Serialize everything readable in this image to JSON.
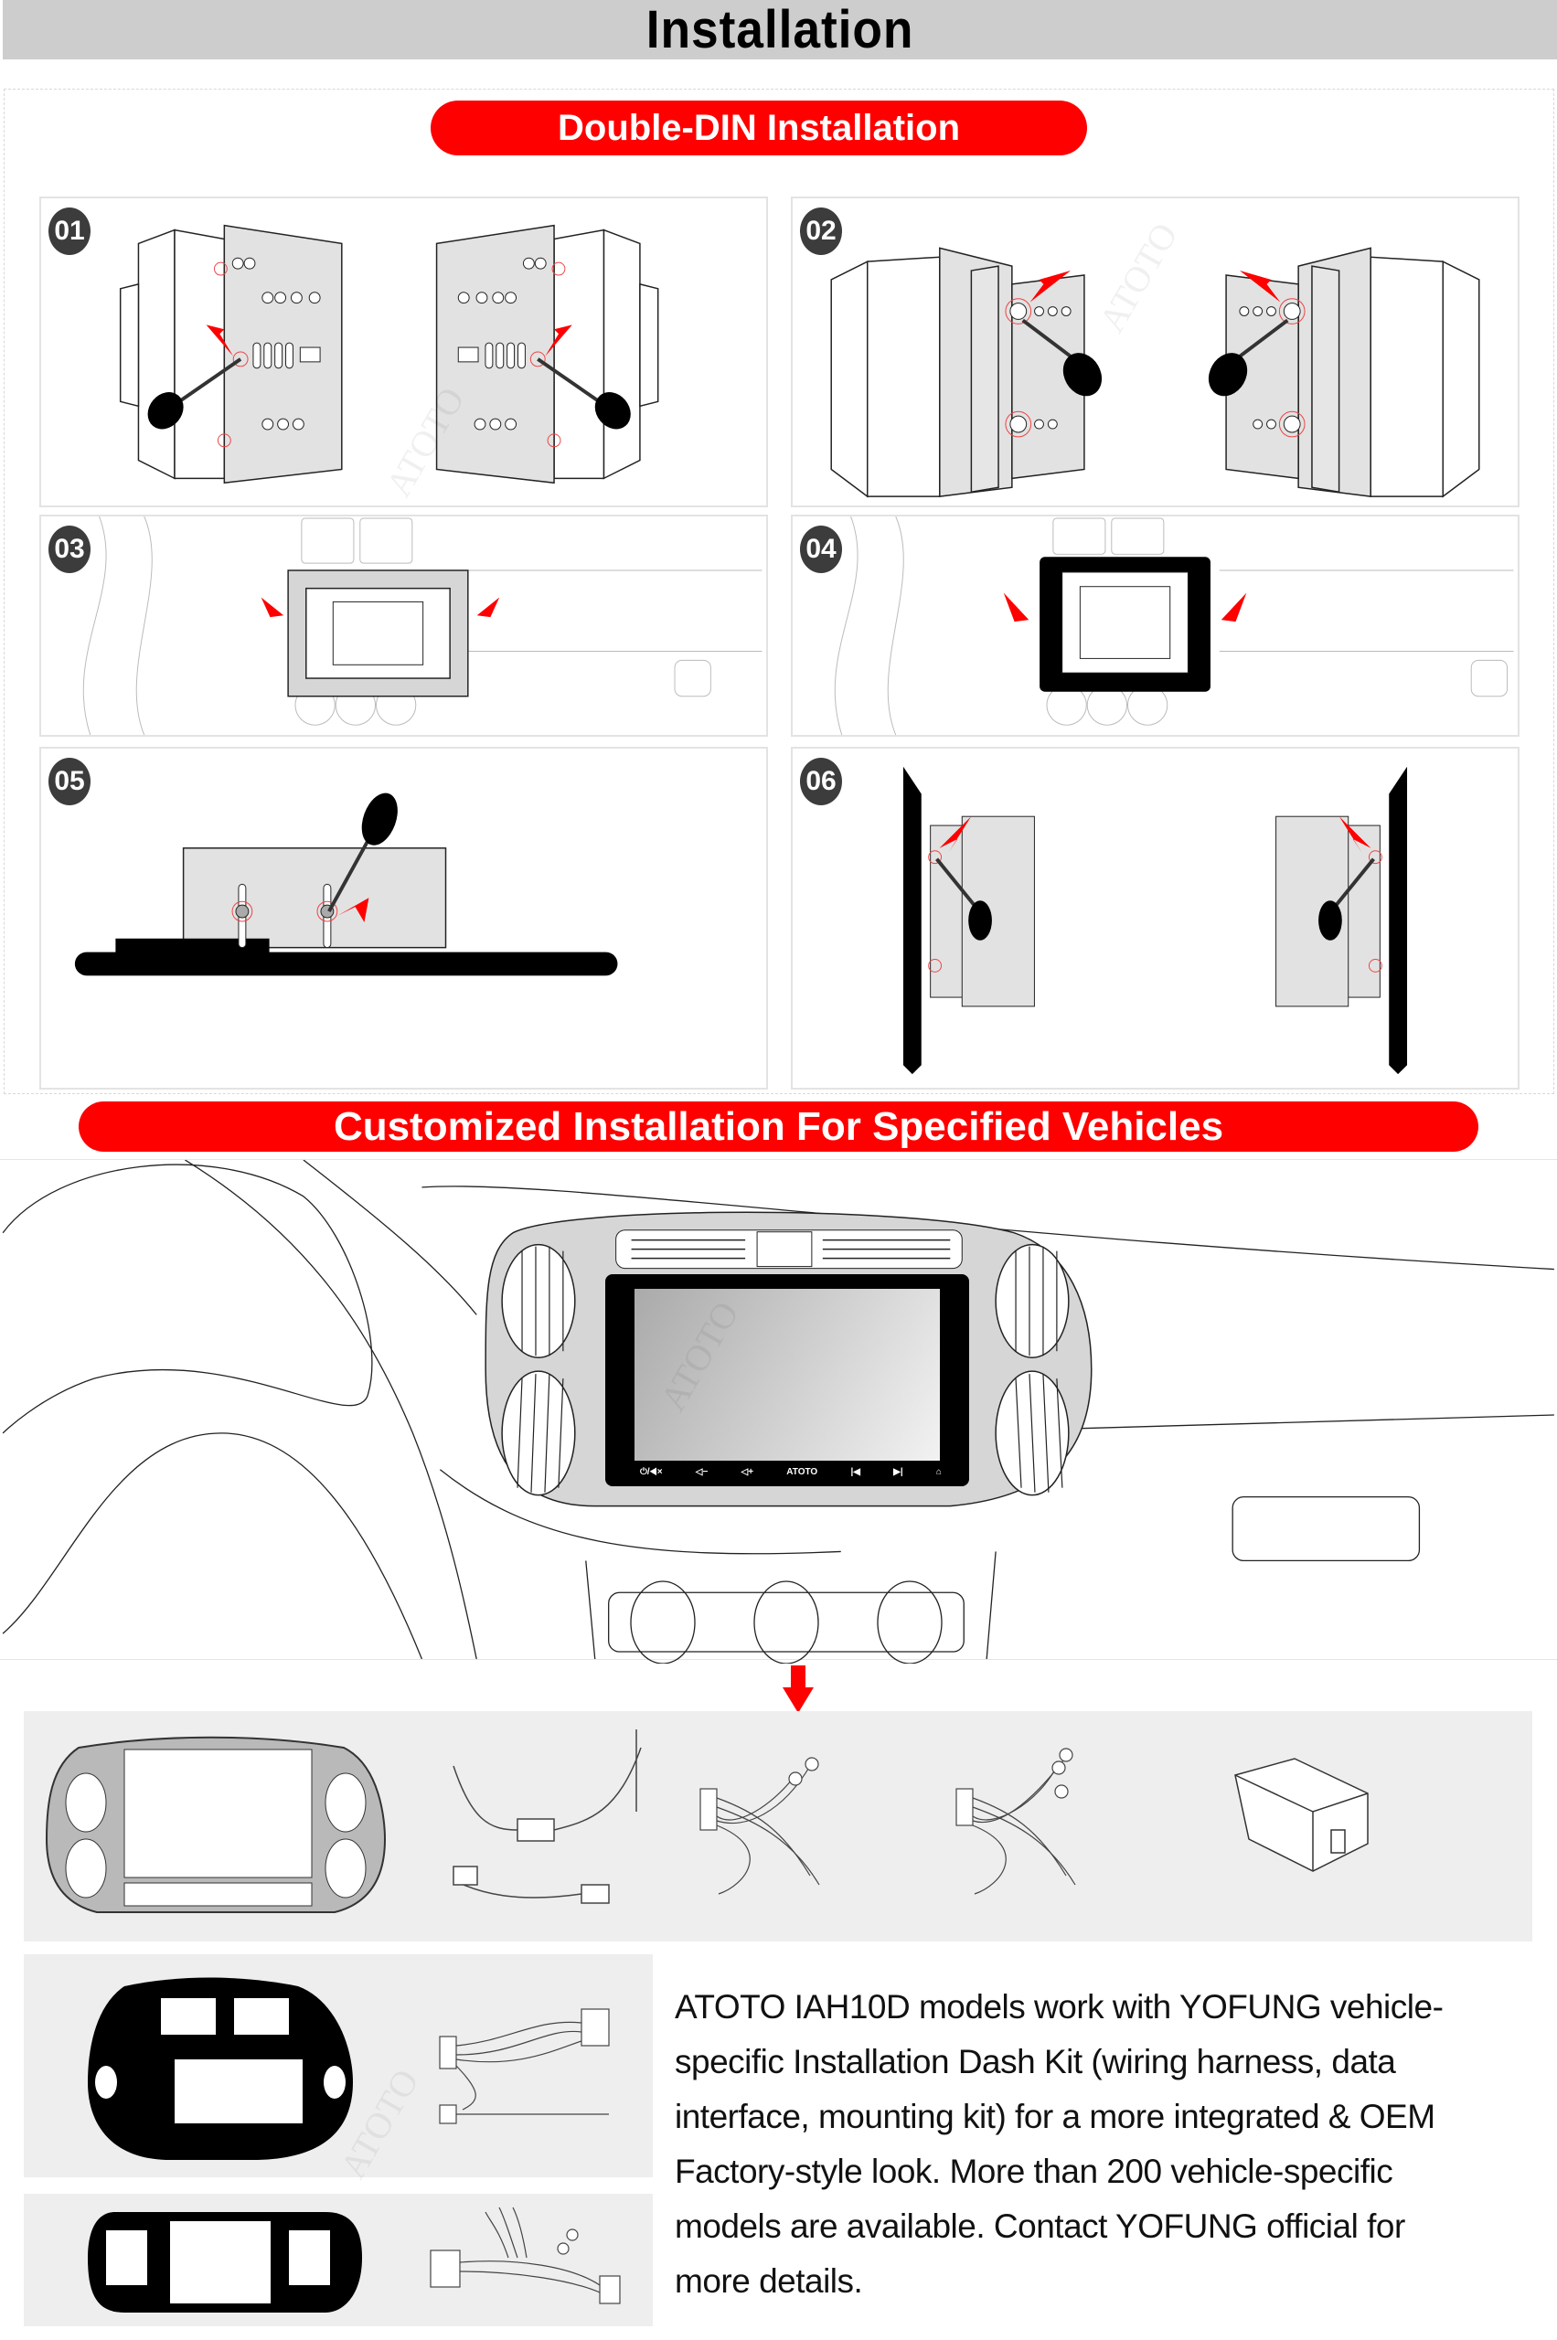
{
  "header": {
    "title": "Installation"
  },
  "sections": {
    "double_din": {
      "title": "Double-DIN Installation"
    },
    "customized": {
      "title": "Customized Installation For Specified Vehicles"
    }
  },
  "steps": [
    {
      "number": "01"
    },
    {
      "number": "02"
    },
    {
      "number": "03"
    },
    {
      "number": "04"
    },
    {
      "number": "05"
    },
    {
      "number": "06"
    }
  ],
  "head_unit": {
    "brand": "ATOTO",
    "buttons": [
      {
        "icon": "power-mute-icon",
        "label": "⏻/◀×"
      },
      {
        "icon": "volume-down-icon",
        "label": "◁−"
      },
      {
        "icon": "volume-up-icon",
        "label": "◁+"
      },
      {
        "icon": "brand-label",
        "label": "ATOTO"
      },
      {
        "icon": "previous-track-icon",
        "label": "|◀"
      },
      {
        "icon": "next-track-icon",
        "label": "▶|"
      },
      {
        "icon": "home-icon",
        "label": "⌂"
      }
    ]
  },
  "kit_items": [
    {
      "name": "dash-fascia-panel"
    },
    {
      "name": "antenna-adapter-and-usb-cable"
    },
    {
      "name": "wiring-harness-rca-a"
    },
    {
      "name": "wiring-harness-rca-b"
    },
    {
      "name": "canbus-decoder-box"
    }
  ],
  "description": {
    "lines": [
      "ATOTO IAH10D models work with YOFUNG vehicle-",
      "specific Installation Dash Kit  (wiring harness, data",
      "interface, mounting kit) for a more integrated  & OEM",
      "Factory-style look. More than 200 vehicle-specific",
      "models are available. Contact YOFUNG official for",
      "more details."
    ]
  },
  "watermark": "ATOTO",
  "colors": {
    "accent_red": "#fe0000",
    "header_gray": "#cdcdcd",
    "panel_gray": "#eeeeee",
    "badge_dark": "#3c3c3c",
    "metal_gray": "#e2e2e2"
  }
}
